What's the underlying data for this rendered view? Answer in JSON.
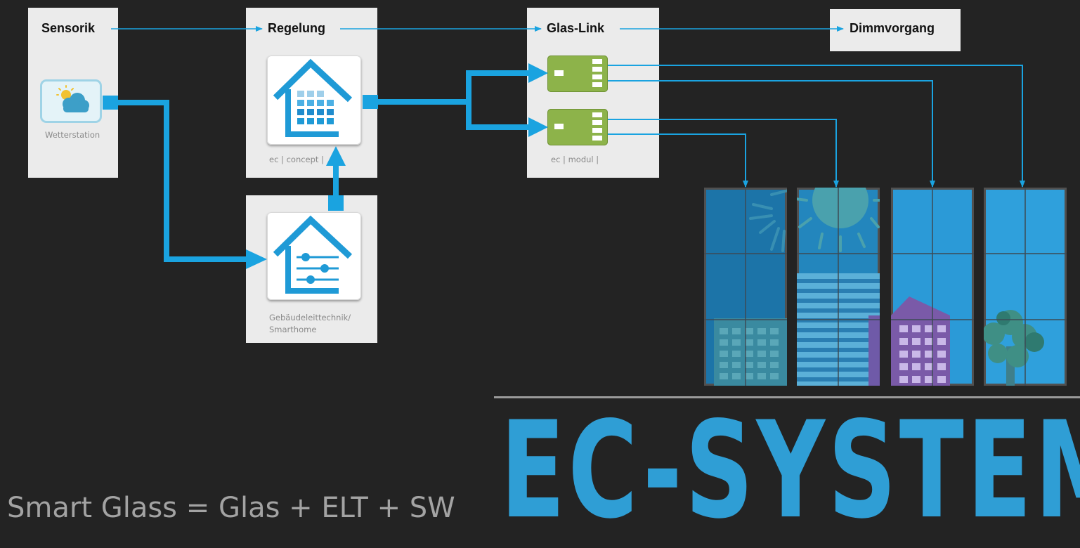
{
  "stages": {
    "sensorik": "Sensorik",
    "regelung": "Regelung",
    "glas_link": "Glas-Link",
    "dimmvorgang": "Dimmvorgang"
  },
  "captions": {
    "wetterstation": "Wetterstation",
    "ec_concept": "ec | concept |",
    "ec_modul": "ec | modul |",
    "gebaeudeleittechnik_line1": "Gebäudeleittechnik/",
    "gebaeudeleittechnik_line2": "Smarthome"
  },
  "icons": {
    "weather": "weather-station-icon",
    "concept": "house-grid-icon",
    "smarthome": "house-sliders-icon",
    "module": "ec-module-icon"
  },
  "windows": [
    {
      "state": "darkest",
      "tint": "#1c74a8",
      "scene": "sun-and-office-block"
    },
    {
      "state": "dark",
      "tint": "#2386bd",
      "scene": "sun-and-tower"
    },
    {
      "state": "light",
      "tint": "#2b9ad7",
      "scene": "purple-building"
    },
    {
      "state": "clear",
      "tint": "#2fa0dc",
      "scene": "tree"
    }
  ],
  "colors": {
    "background": "#232323",
    "panel": "#ebebeb",
    "accent": "#2f9ed5",
    "connector": "#1aa3e0",
    "module_green": "#8db34a",
    "subtitle": "#a3a3a3"
  },
  "footer": {
    "formula": "Smart Glass = Glas + ELT + SW",
    "title": "EC-SYSTEM"
  }
}
